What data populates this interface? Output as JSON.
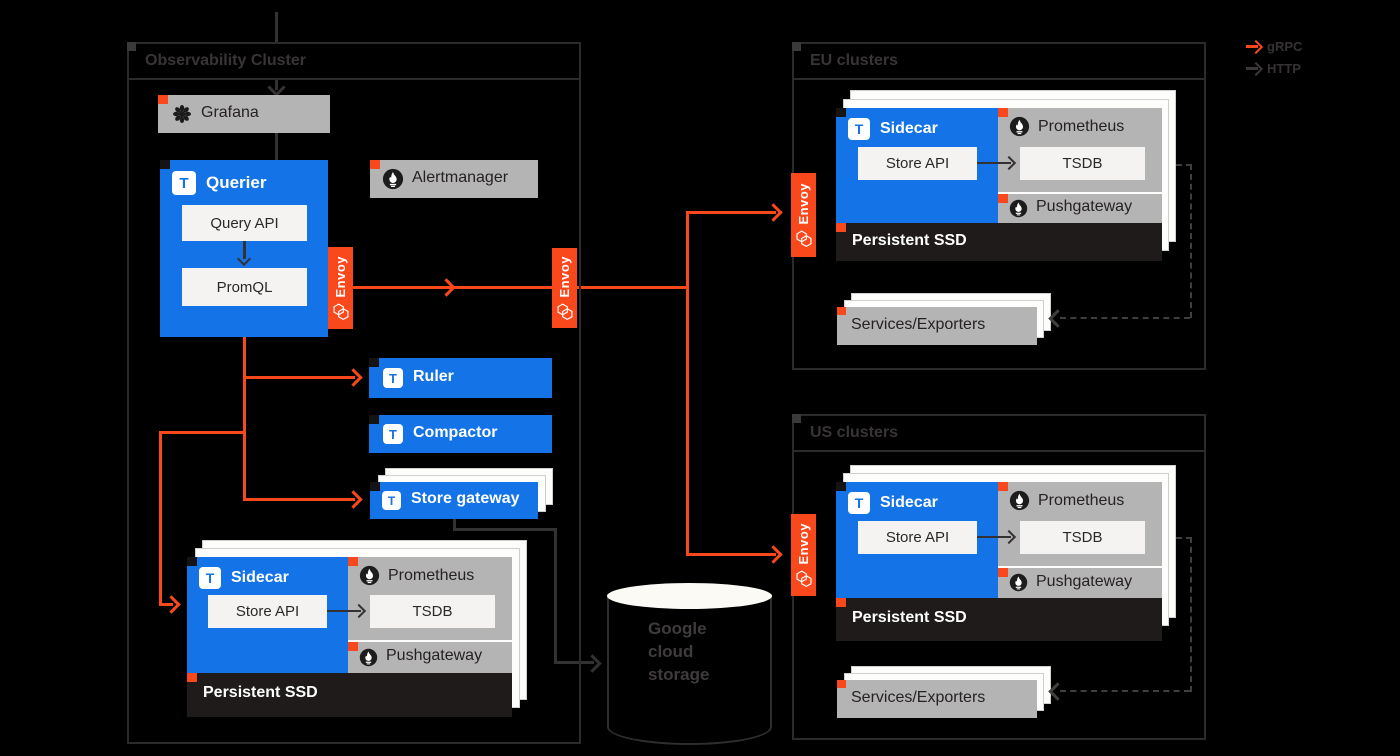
{
  "legend": {
    "grpc_label": "gRPC",
    "http_label": "HTTP"
  },
  "observability_cluster": {
    "title": "Observability Cluster",
    "grafana_label": "Grafana",
    "querier_label": "Querier",
    "query_api_label": "Query API",
    "promql_label": "PromQL",
    "alertmanager_label": "Alertmanager",
    "ruler_label": "Ruler",
    "compactor_label": "Compactor",
    "store_gateway_label": "Store gateway"
  },
  "sidecar_group": {
    "sidecar_label": "Sidecar",
    "store_api_label": "Store API",
    "prometheus_label": "Prometheus",
    "tsdb_label": "TSDB",
    "pushgateway_label": "Pushgateway",
    "persistent_ssd_label": "Persistent SSD"
  },
  "eu_cluster": {
    "title": "EU clusters",
    "services_label": "Services/Exporters"
  },
  "us_cluster": {
    "title": "US clusters",
    "services_label": "Services/Exporters"
  },
  "google_cloud_storage": {
    "line1": "Google",
    "line2": "cloud",
    "line3": "storage"
  },
  "envoy_label": "Envoy",
  "thanos_icon_letter": "T",
  "icons": {
    "grafana": "grafana-logo-icon",
    "prometheus": "prometheus-torch-icon",
    "thanos": "thanos-t-icon",
    "envoy": "envoy-hexagons-icon"
  },
  "colors": {
    "accent_orange": "#fa481d",
    "thanos_blue": "#1473e6",
    "box_gray": "#b5b4b4",
    "ssd_dark": "#1e1b1a",
    "line_dark": "#343132",
    "border_gray": "#2b2b2b",
    "dashed_gray": "#3f3f3f",
    "background": "#000000"
  }
}
